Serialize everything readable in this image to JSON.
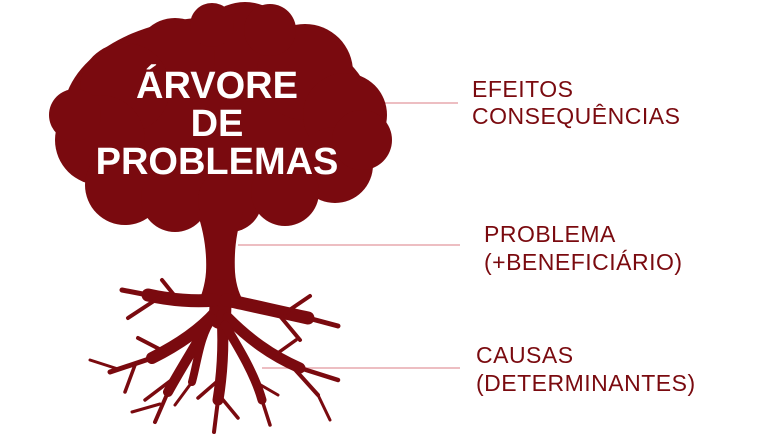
{
  "title": {
    "lines": [
      "ÁRVORE",
      "DE",
      "PROBLEMAS"
    ]
  },
  "labels": {
    "effects": [
      "EFEITOS",
      "CONSEQUÊNCIAS"
    ],
    "problem": [
      "PROBLEMA",
      "(+BENEFICIÁRIO)"
    ],
    "causes": [
      "CAUSAS",
      "(DETERMINANTES)"
    ]
  },
  "colors": {
    "tree": "#7a0a0f",
    "connector": "#e7a9ad",
    "title_text": "#ffffff",
    "label_text": "#7a0a0f",
    "background": "#ffffff"
  }
}
